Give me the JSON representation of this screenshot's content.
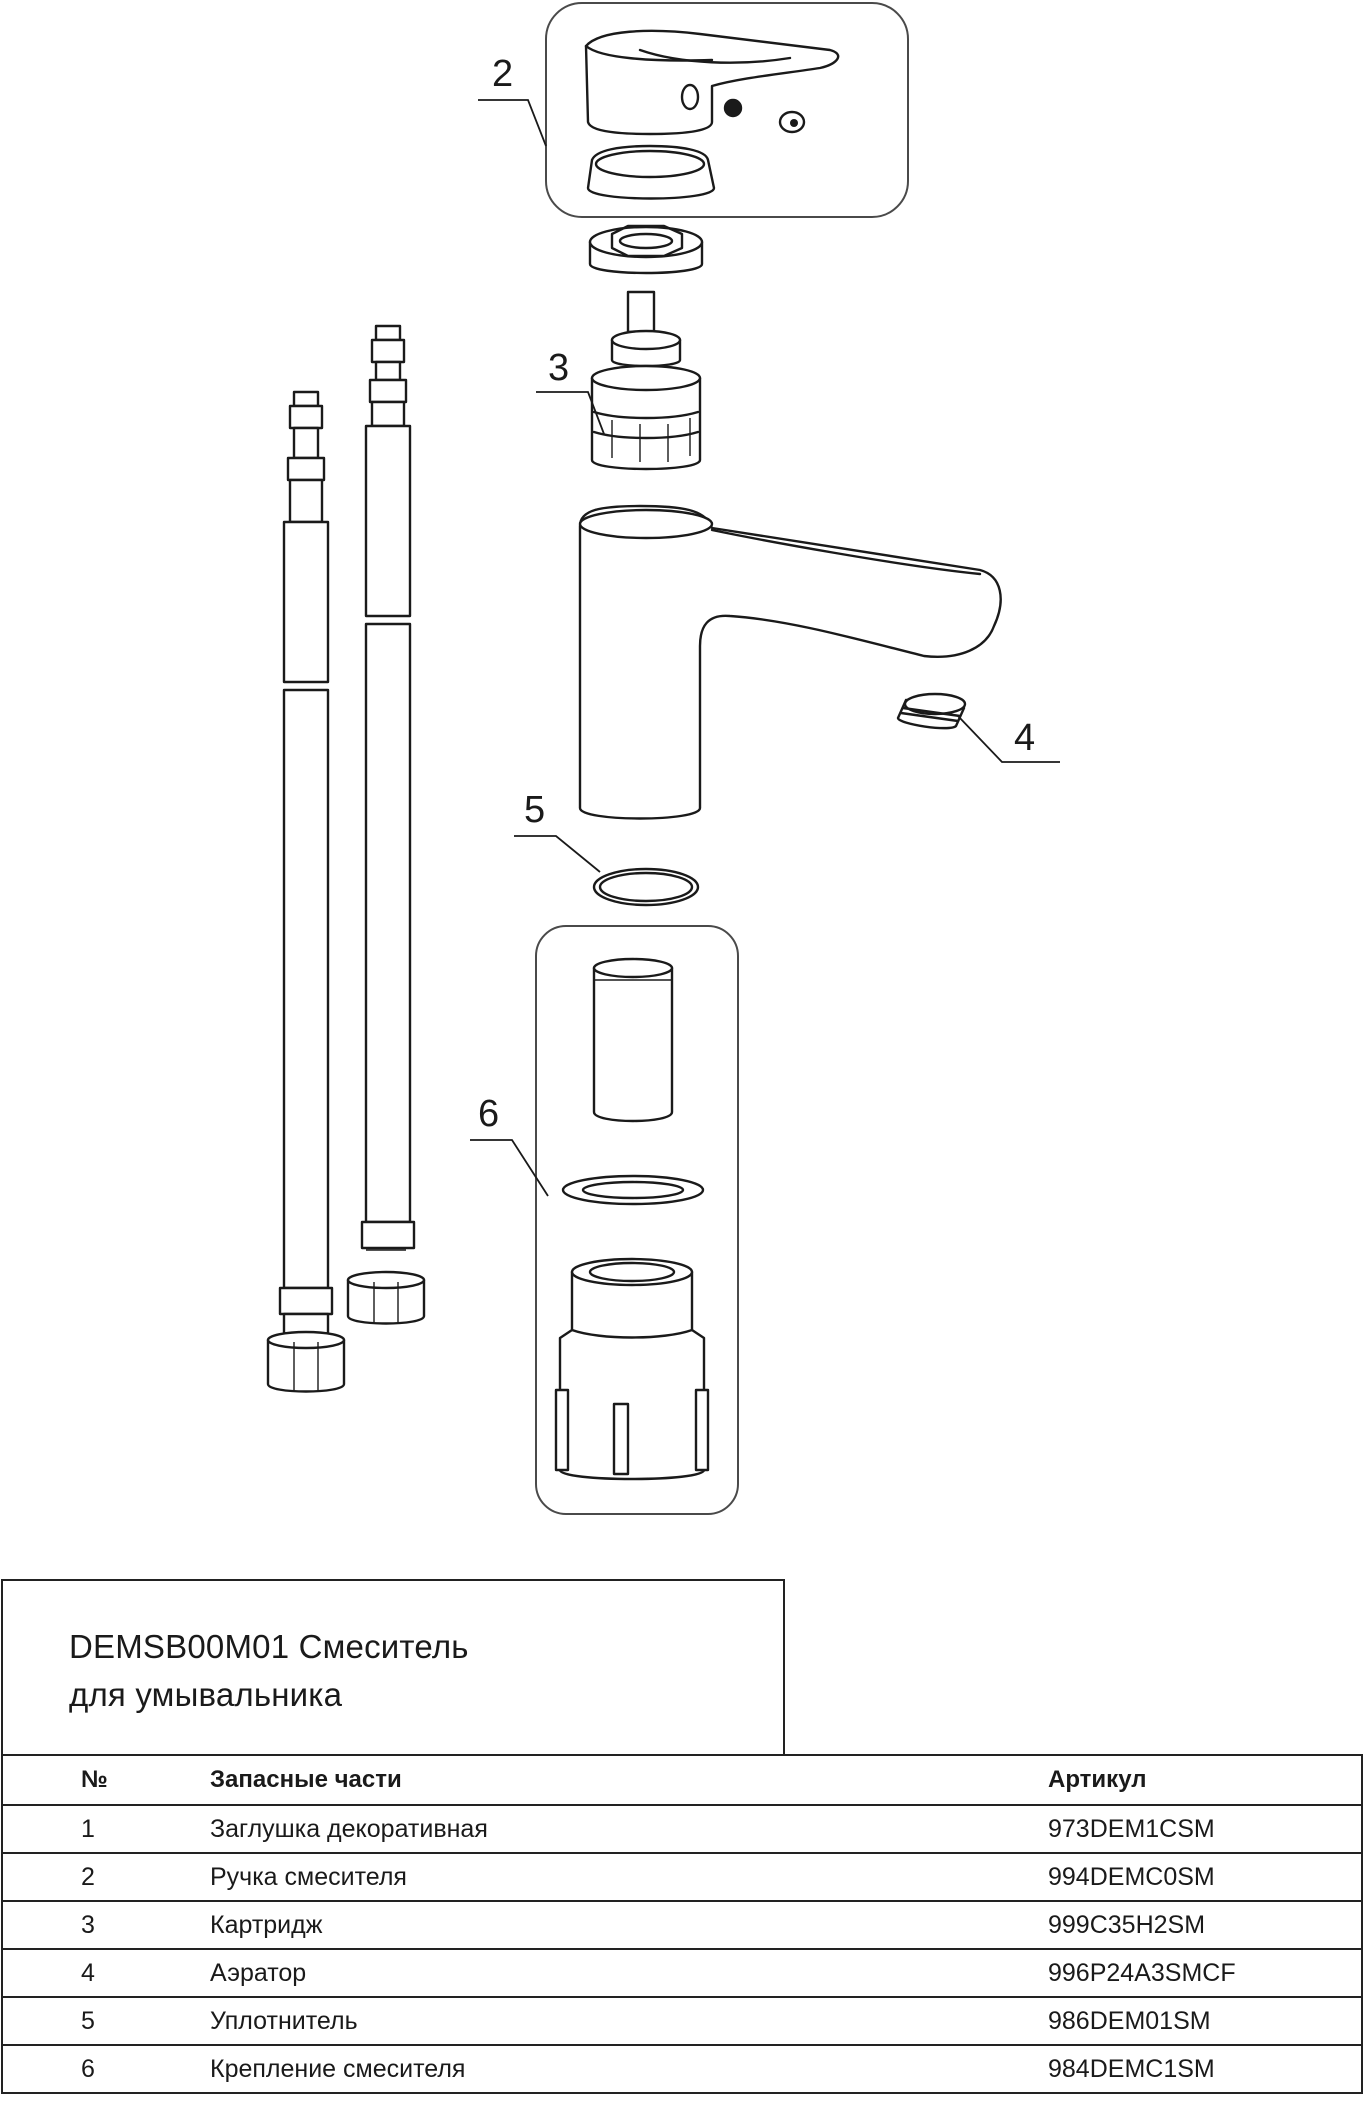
{
  "callouts": [
    "2",
    "3",
    "4",
    "5",
    "6"
  ],
  "title": "DEMSB00M01 Смеситель\nдля умывальника",
  "table": {
    "headers": {
      "no": "№",
      "name": "Запасные части",
      "article": "Артикул"
    },
    "rows": [
      {
        "no": "1",
        "name": "Заглушка декоративная",
        "article": "973DEM1CSM"
      },
      {
        "no": "2",
        "name": "Ручка смесителя",
        "article": "994DEMC0SM"
      },
      {
        "no": "3",
        "name": "Картридж",
        "article": "999C35H2SM"
      },
      {
        "no": "4",
        "name": "Аэратор",
        "article": "996P24A3SMCF"
      },
      {
        "no": "5",
        "name": "Уплотнитель",
        "article": "986DEM01SM"
      },
      {
        "no": "6",
        "name": "Крепление смесителя",
        "article": "984DEMC1SM"
      }
    ]
  }
}
